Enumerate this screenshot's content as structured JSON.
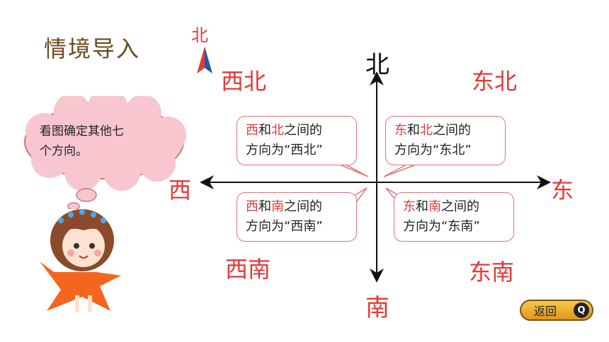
{
  "header": {
    "title": "情境导入"
  },
  "compass": {
    "label": "北"
  },
  "axis": {
    "north": "北",
    "south": "南",
    "west": "西",
    "east": "东"
  },
  "quadrants": {
    "northwest": "西北",
    "northeast": "东北",
    "southwest": "西南",
    "southeast": "东南"
  },
  "bubbles": {
    "nw": {
      "a": "西",
      "mid": "和",
      "b": "北",
      "tail": "之间的",
      "line2": "方向为“西北”"
    },
    "ne": {
      "a": "东",
      "mid": "和",
      "b": "北",
      "tail": "之间的",
      "line2": "方向为“东北”"
    },
    "sw": {
      "a": "西",
      "mid": "和",
      "b": "南",
      "tail": "之间的",
      "line2": "方向为“西南”"
    },
    "se": {
      "a": "东",
      "mid": "和",
      "b": "南",
      "tail": "之间的",
      "line2": "方向为“东南”"
    }
  },
  "thought": {
    "line1": "看图确定其他七",
    "line2": "个方向。"
  },
  "nav": {
    "return_label": "返回",
    "return_icon": "Q"
  },
  "colors": {
    "accent": "#e53935",
    "title": "#6b4a1a",
    "thought_fill": "#f8c6cf"
  }
}
